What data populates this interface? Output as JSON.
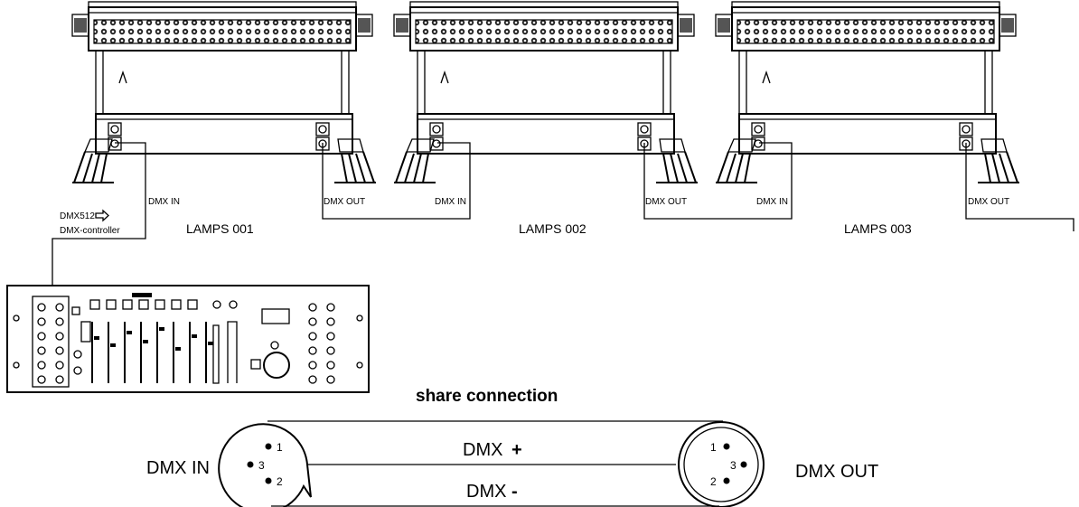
{
  "lamps": [
    {
      "name": "LAMPS 001",
      "in_label": "DMX IN",
      "out_label": "DMX OUT"
    },
    {
      "name": "LAMPS 002",
      "in_label": "DMX IN",
      "out_label": "DMX OUT"
    },
    {
      "name": "LAMPS 003",
      "in_label": "DMX IN",
      "out_label": "DMX OUT"
    }
  ],
  "controller": {
    "signal_label": "DMX512",
    "name_label": "DMX-controller"
  },
  "connection": {
    "title": "share connection",
    "in_label": "DMX IN",
    "out_label": "DMX OUT",
    "plus_label": "DMX",
    "plus_sign": "+",
    "minus_label": "DMX",
    "minus_sign": "-",
    "pins": [
      "1",
      "2",
      "3"
    ]
  }
}
